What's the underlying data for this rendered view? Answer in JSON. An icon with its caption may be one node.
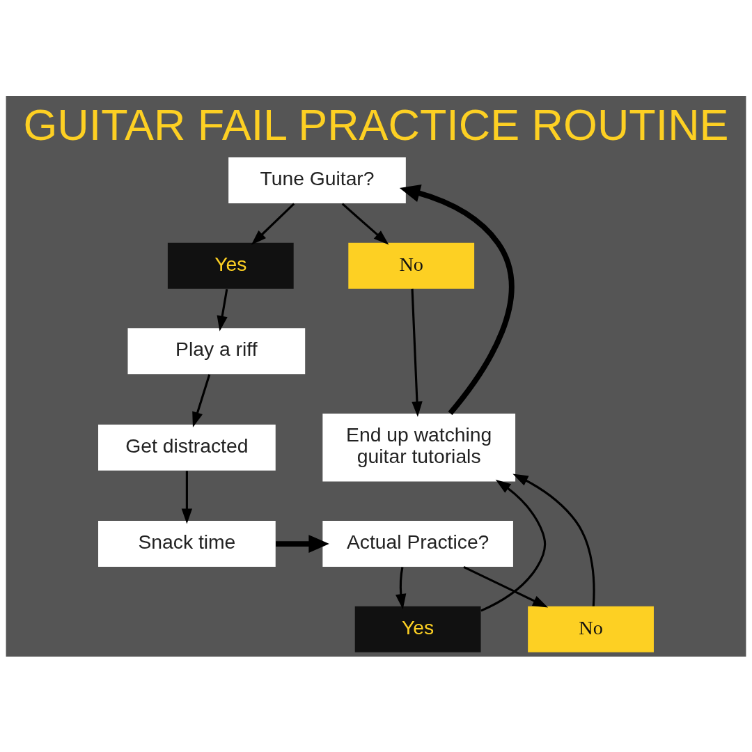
{
  "diagram": {
    "title": "GUITAR FAIL PRACTICE ROUTINE",
    "nodes": [
      {
        "text": [
          "Tune Guitar?"
        ]
      },
      {
        "text": [
          "Yes"
        ]
      },
      {
        "text": [
          "No"
        ]
      },
      {
        "text": [
          "Play a riff"
        ]
      },
      {
        "text": [
          "Get distracted"
        ]
      },
      {
        "text": [
          "Snack time"
        ]
      },
      {
        "text": [
          "Actual Practice?"
        ]
      },
      {
        "text": [
          "Yes"
        ]
      },
      {
        "text": [
          "No"
        ]
      },
      {
        "text": [
          "End up watching guitar tutorials"
        ]
      }
    ],
    "edges": [
      {
        "from": 0,
        "to": 1,
        "arrow": "to"
      },
      {
        "from": 0,
        "to": 2,
        "arrow": "to"
      },
      {
        "from": 1,
        "to": 3,
        "arrow": "to"
      },
      {
        "from": 2,
        "to": 9,
        "arrow": "to"
      },
      {
        "from": 3,
        "to": 4,
        "arrow": "to"
      },
      {
        "from": 4,
        "to": 5,
        "arrow": "to"
      },
      {
        "from": 5,
        "to": 6,
        "arrow": "to",
        "style": "thick"
      },
      {
        "from": 6,
        "to": 7,
        "arrow": "to"
      },
      {
        "from": 6,
        "to": 8,
        "arrow": "to"
      },
      {
        "from": 7,
        "to": 9,
        "arrow": "to"
      },
      {
        "from": 8,
        "to": 9,
        "arrow": "to"
      },
      {
        "from": 9,
        "to": 0,
        "arrow": "to",
        "style": "thick"
      }
    ]
  }
}
